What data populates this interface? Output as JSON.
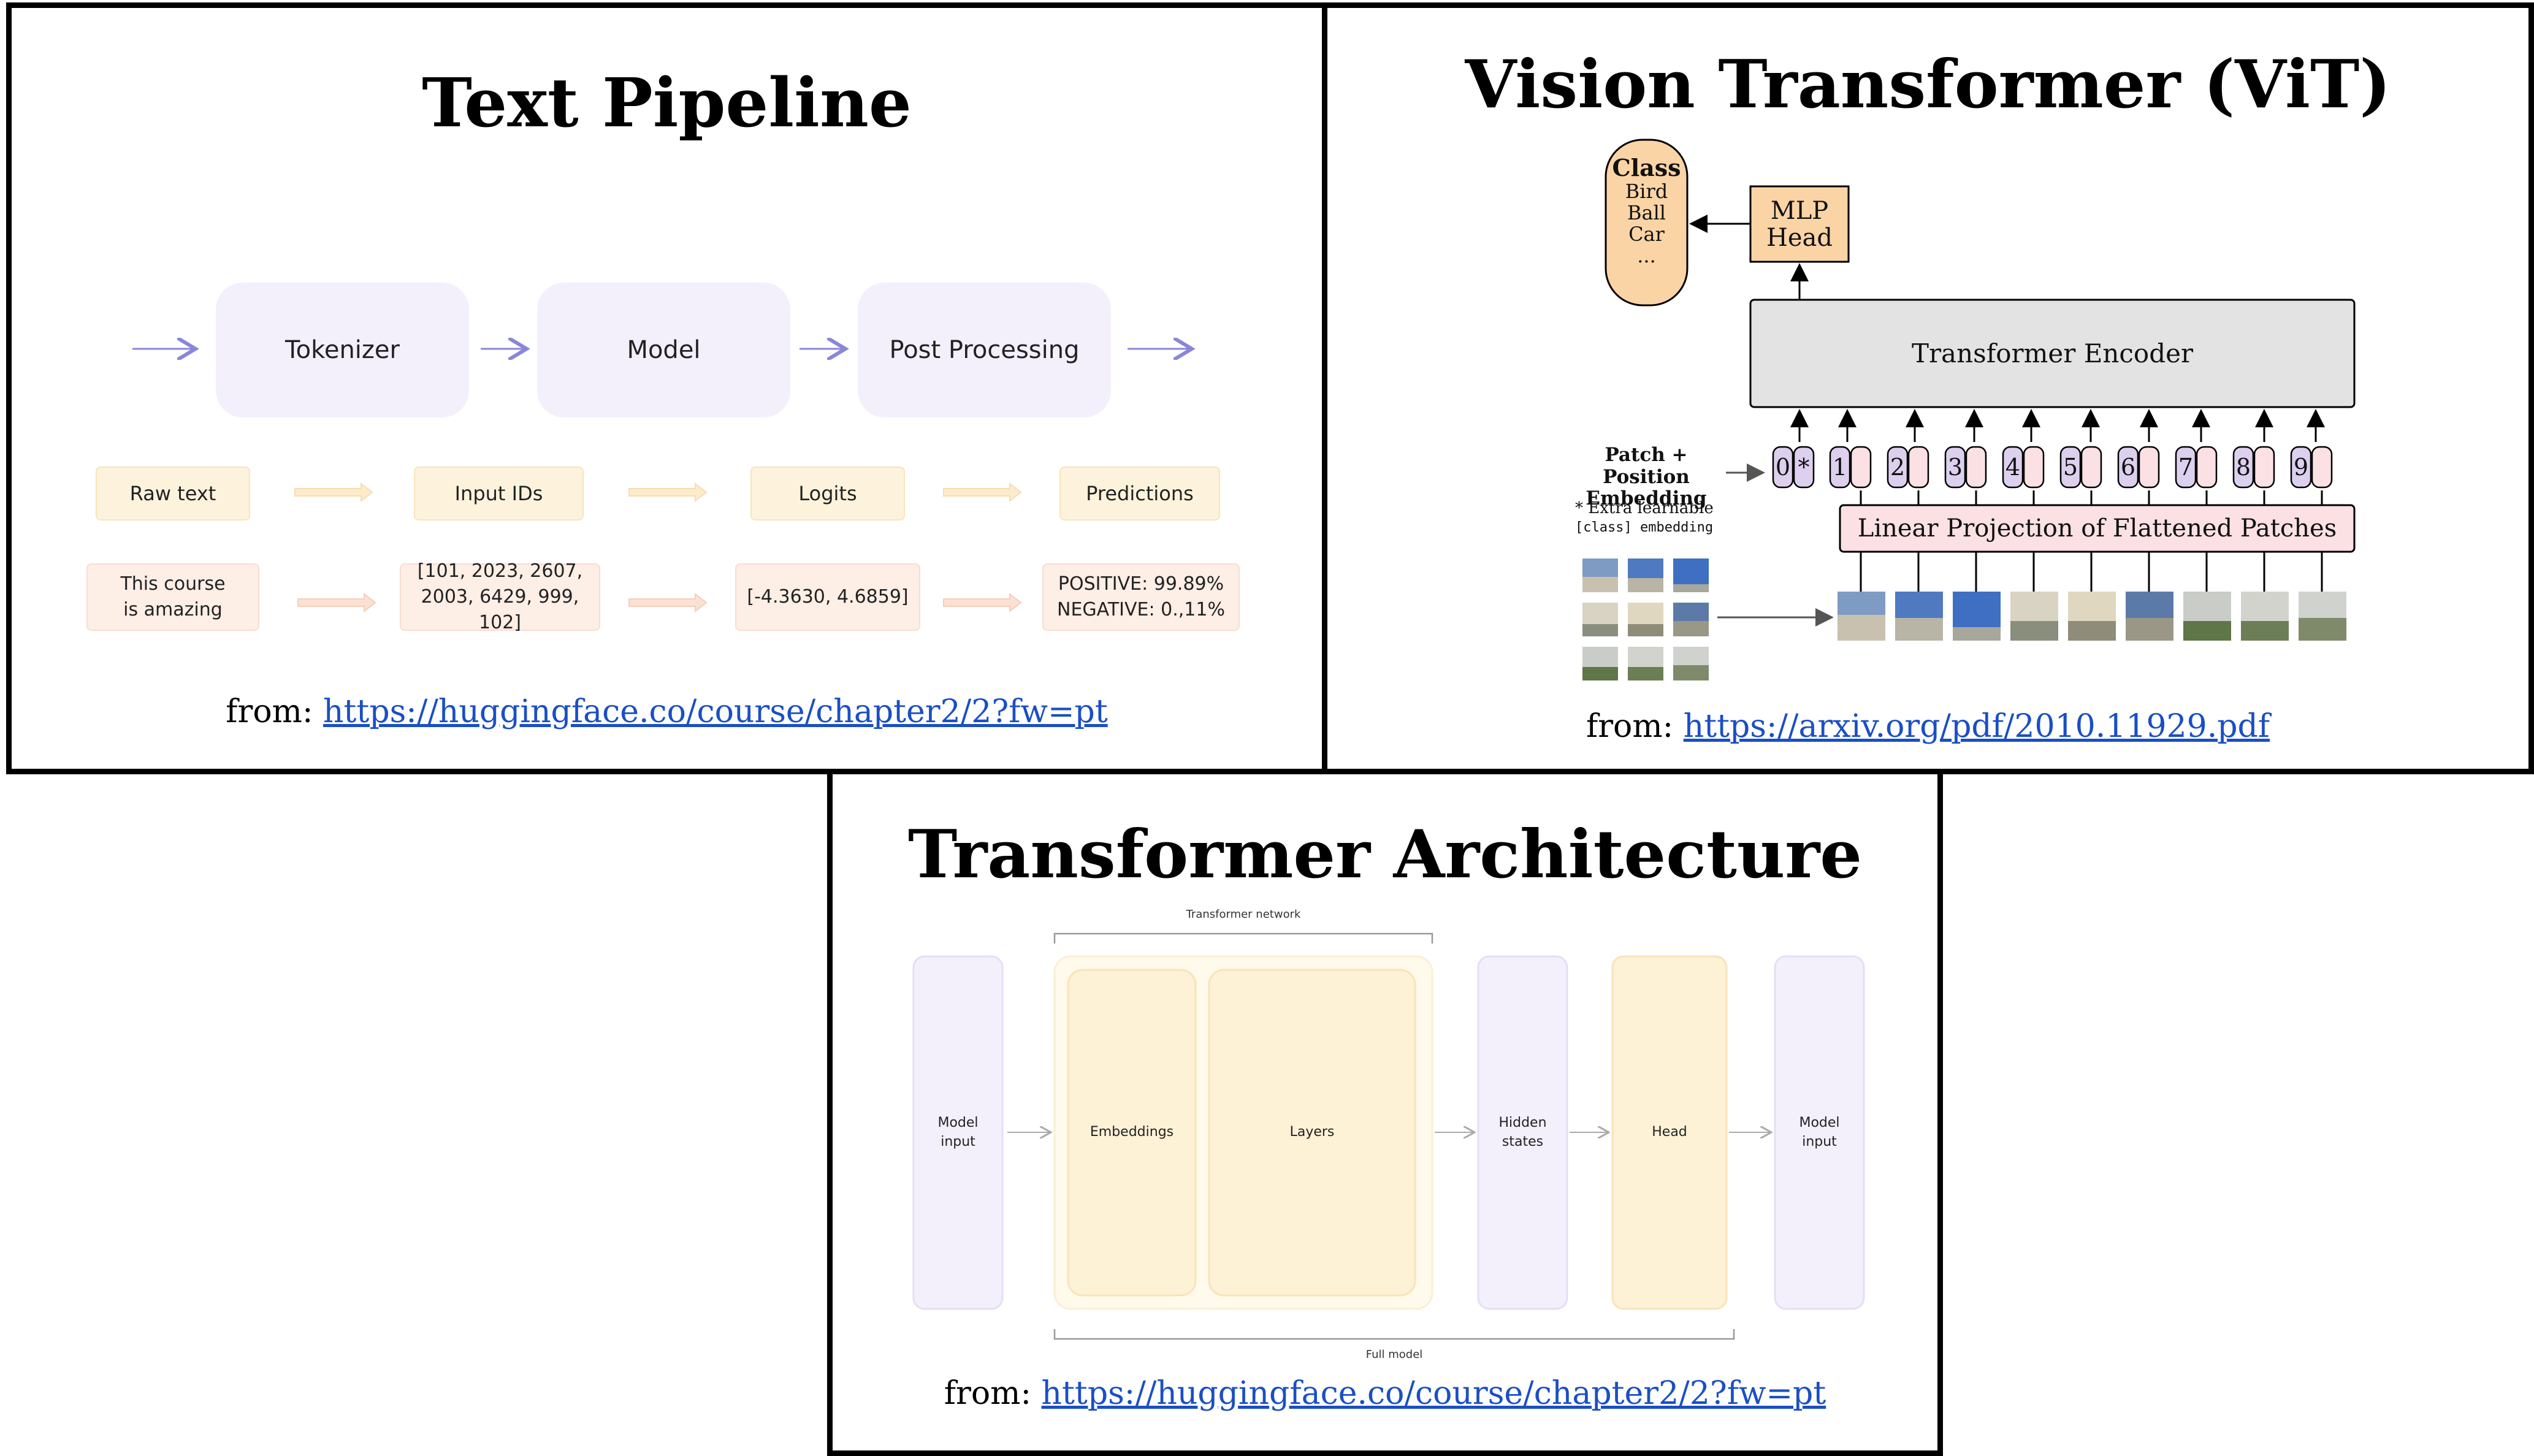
{
  "panels": {
    "text_pipeline": {
      "title": "Text Pipeline",
      "stages": [
        "Tokenizer",
        "Model",
        "Post Processing"
      ],
      "tags": [
        "Raw text",
        "Input IDs",
        "Logits",
        "Predictions"
      ],
      "values": {
        "raw_text": [
          "This course",
          "is amazing"
        ],
        "input_ids": [
          "[101, 2023, 2607,",
          "2003, 6429, 999, 102]"
        ],
        "logits": "[-4.3630, 4.6859]",
        "predictions": [
          "POSITIVE: 99.89%",
          "NEGATIVE: 0.,11%"
        ]
      },
      "from_label": "from:",
      "from_url": "https://huggingface.co/course/chapter2/2?fw=pt"
    },
    "vit": {
      "title": "Vision Transformer (ViT)",
      "class_box": {
        "title": "Class",
        "items": [
          "Bird",
          "Ball",
          "Car",
          "..."
        ]
      },
      "mlp_head": [
        "MLP",
        "Head"
      ],
      "encoder": "Transformer Encoder",
      "embedding_label": [
        "Patch + Position",
        "Embedding"
      ],
      "extra_note": [
        "* Extra learnable",
        "[class] embedding"
      ],
      "positions": [
        "0",
        "1",
        "2",
        "3",
        "4",
        "5",
        "6",
        "7",
        "8",
        "9"
      ],
      "class_token_marker": "*",
      "projection": "Linear Projection of Flattened Patches",
      "from_label": "from:",
      "from_url": "https://arxiv.org/pdf/2010.11929.pdf"
    },
    "architecture": {
      "title": "Transformer Architecture",
      "transformer_network": "Transformer network",
      "full_model": "Full model",
      "model_input_left": [
        "Model",
        "input"
      ],
      "embeddings": "Embeddings",
      "layers": "Layers",
      "hidden_states": [
        "Hidden",
        "states"
      ],
      "head": "Head",
      "model_input_right": [
        "Model",
        "input"
      ],
      "from_label": "from:",
      "from_url": "https://huggingface.co/course/chapter2/2?fw=pt"
    }
  },
  "colors": {
    "stage_fill": "#f3f0fc",
    "tag_fill": "#fdf3dc",
    "value_fill": "#fdeee6",
    "link": "#1a4fc4",
    "vit_orange": "#fbd4a6",
    "vit_pink": "#fbe0e4",
    "vit_purple": "#dcd0ee",
    "encoder_gray": "#e3e3e3"
  },
  "icons": [
    "right-arrow-icon",
    "patch-image-icon"
  ]
}
